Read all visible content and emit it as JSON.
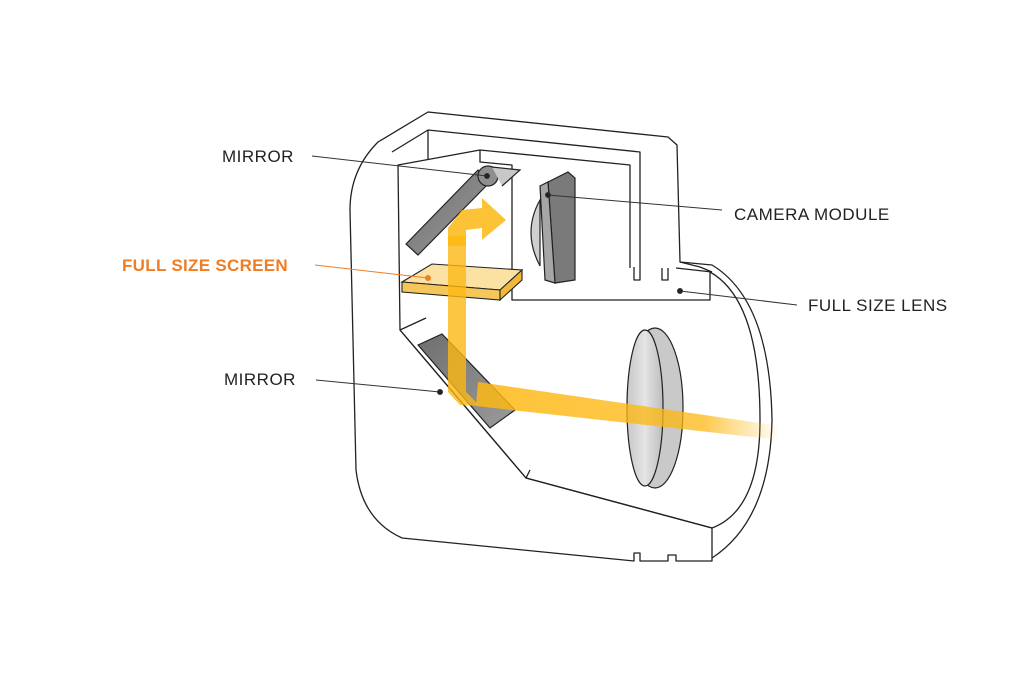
{
  "labels": {
    "mirror_top": "MIRROR",
    "full_size_screen": "FULL SIZE SCREEN",
    "mirror_bottom": "MIRROR",
    "camera_module": "CAMERA MODULE",
    "full_size_lens": "FULL SIZE LENS"
  },
  "colors": {
    "outline": "#222222",
    "light_path": "#fdb813",
    "screen": "#f9d98a",
    "highlight_label": "#f07d23",
    "mirror": "#8a8a8a",
    "lens": "#d9d9d9"
  }
}
